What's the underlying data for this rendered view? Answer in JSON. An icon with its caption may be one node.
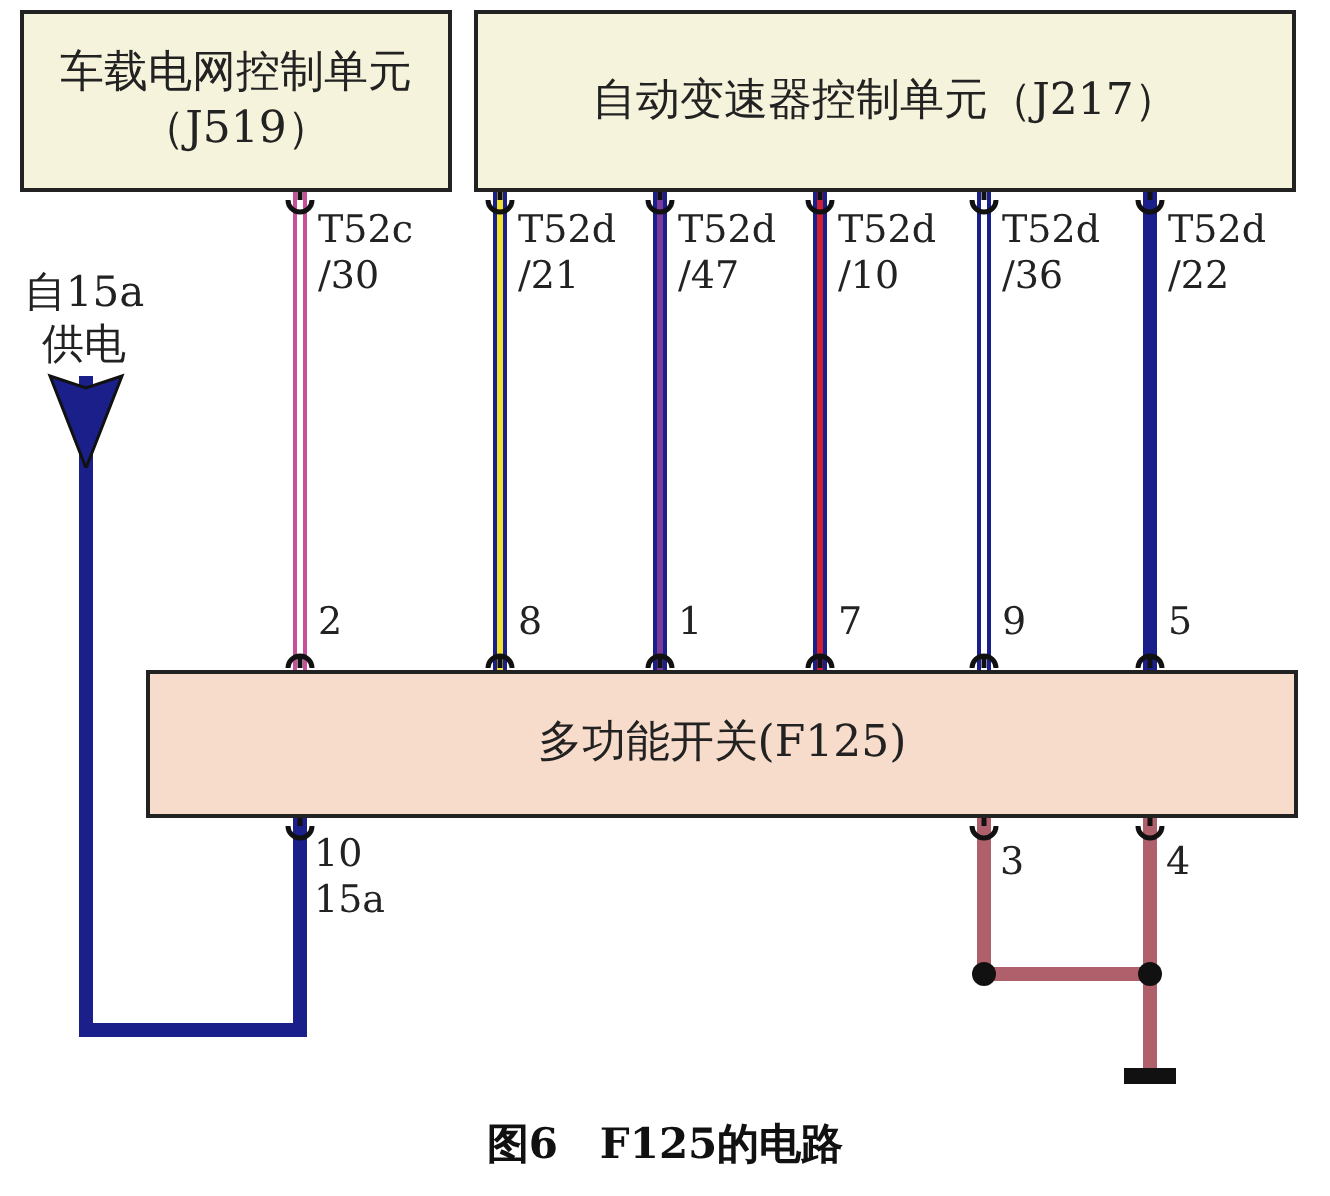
{
  "diagram": {
    "caption": "图6　F125的电路",
    "nodes": [
      {
        "text": [
          "车载电网控制单元（J519）"
        ]
      },
      {
        "text": [
          "自动变速器控制单元（J217）"
        ]
      },
      {
        "text": [
          "多功能开关(F125)"
        ]
      },
      {
        "text": [
          "自15a供电"
        ]
      },
      {
        "text": [],
        "shape": "ground"
      }
    ],
    "edges": [
      {
        "from": 0,
        "to": 2,
        "arrow": "none",
        "color": "#c8509a"
      },
      {
        "from": 1,
        "to": 2,
        "arrow": "none"
      },
      {
        "from": 1,
        "to": 2,
        "arrow": "none"
      },
      {
        "from": 1,
        "to": 2,
        "arrow": "none"
      },
      {
        "from": 1,
        "to": 2,
        "arrow": "none"
      },
      {
        "from": 1,
        "to": 2,
        "arrow": "none"
      },
      {
        "from": 2,
        "to": 3,
        "arrow": "other"
      },
      {
        "from": 2,
        "to": 4,
        "arrow": "none",
        "color": "#b0606a"
      },
      {
        "from": 2,
        "to": 4,
        "arrow": "none",
        "color": "#b0606a"
      }
    ],
    "labels": [
      "T52c /30",
      "T52d /21",
      "T52d /47",
      "T52d /10",
      "T52d /36",
      "T52d /22",
      "2",
      "8",
      "1",
      "7",
      "9",
      "5",
      "10 15a",
      "3",
      "4"
    ]
  }
}
